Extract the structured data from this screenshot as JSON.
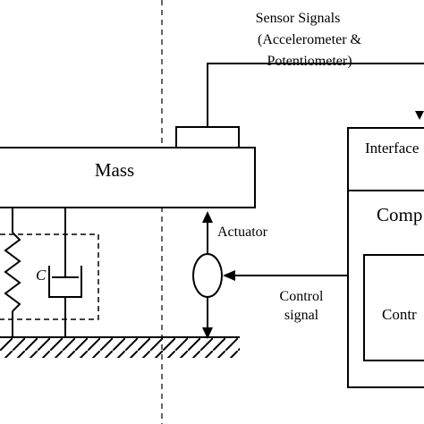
{
  "diagram": {
    "sensor_signals_line1": "Sensor Signals",
    "sensor_signals_line2": "(Accelerometer &",
    "sensor_signals_line3": "Potentiometer)",
    "mass_label": "Mass",
    "actuator_label": "Actuator",
    "damper_label": "C",
    "control_signal_line1": "Control",
    "control_signal_line2": "signal",
    "interface_label": "Interface",
    "computer_label": "Comp",
    "controller_label": "Contr"
  },
  "colors": {
    "stroke": "#000000",
    "background": "#ffffff"
  }
}
